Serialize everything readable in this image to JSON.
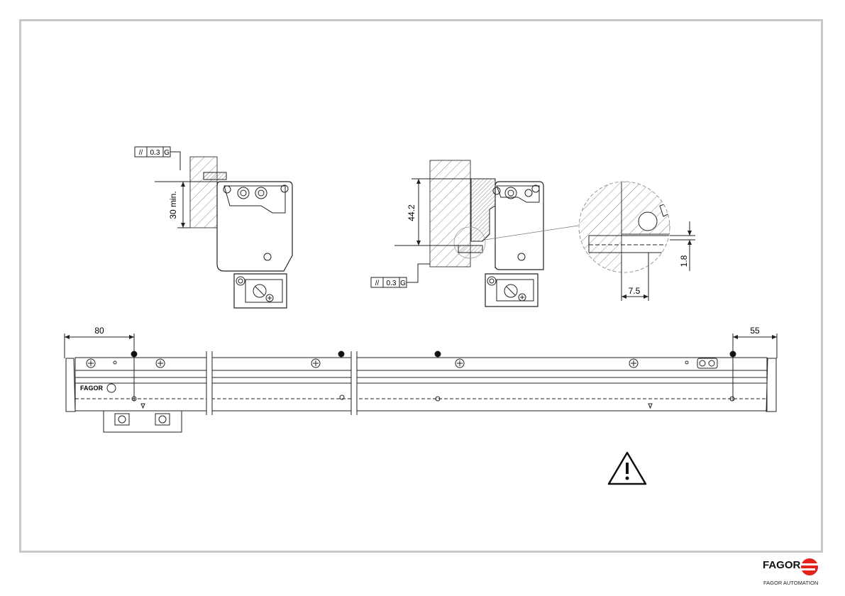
{
  "dimensions": {
    "min_depth": "30 min.",
    "height": "44.2",
    "gap": "1.8",
    "width": "7.5",
    "left_offset": "80",
    "right_offset": "55"
  },
  "tolerance": {
    "left": {
      "symbol": "//",
      "value": "0.3",
      "datum": "G"
    },
    "middle": {
      "symbol": "//",
      "value": "0.3",
      "datum": "G"
    }
  },
  "profile_logo": "FAGOR",
  "footer": {
    "logo_text": "FAGOR",
    "company": "FAGOR AUTOMATION",
    "accent_color": "#e3221b"
  },
  "warning_icon": "warning-triangle-icon"
}
